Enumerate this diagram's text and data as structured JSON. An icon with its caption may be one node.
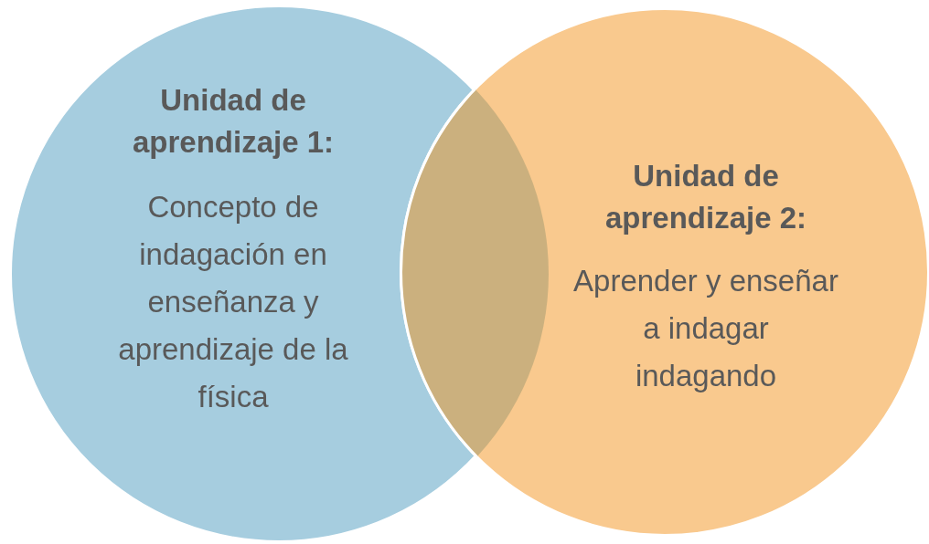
{
  "diagram": {
    "nodes": [
      {
        "text": [
          "Unidad de aprendizaje 1:",
          "Concepto de indagación en enseñanza y aprendizaje de la física"
        ]
      },
      {
        "text": [
          "Unidad de aprendizaje 2:",
          "Aprender y enseñar a indagar indagando"
        ]
      }
    ],
    "edges": []
  }
}
